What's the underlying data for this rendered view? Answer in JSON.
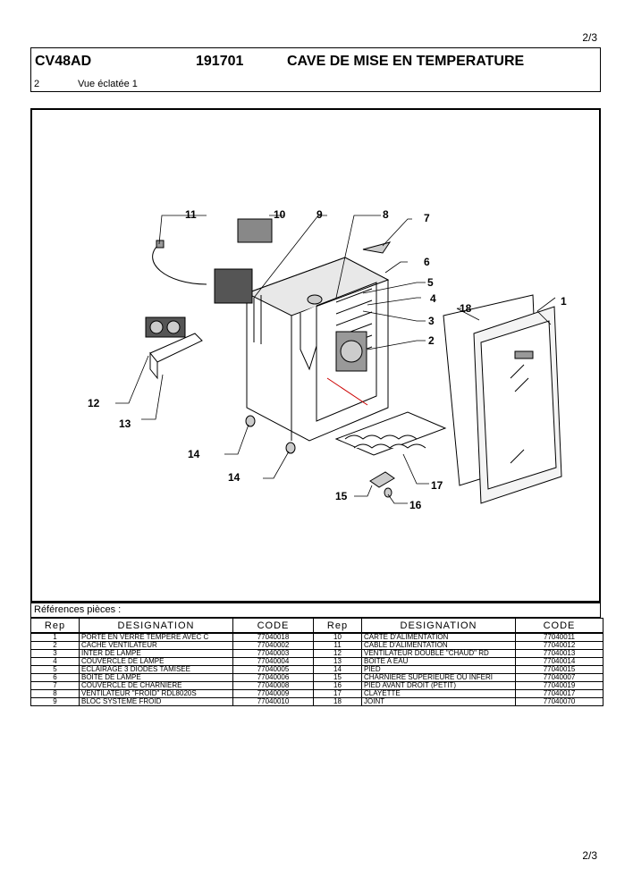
{
  "page_number": "2/3",
  "header": {
    "model": "CV48AD",
    "number": "191701",
    "title": "CAVE DE MISE EN TEMPERATURE",
    "sub_number": "2",
    "sub_title": "Vue éclatée 1"
  },
  "diagram": {
    "callouts": [
      "1",
      "2",
      "3",
      "4",
      "5",
      "6",
      "7",
      "8",
      "9",
      "10",
      "11",
      "12",
      "13",
      "14",
      "14",
      "15",
      "16",
      "17",
      "18"
    ]
  },
  "references": {
    "label": "Références pièces  :",
    "headers": [
      "Rep",
      "DESIGNATION",
      "CODE",
      "Rep",
      "DESIGNATION",
      "CODE"
    ],
    "rows": [
      [
        "1",
        "PORTE EN VERRE TEMPERE AVEC C",
        "77040018",
        "10",
        "CARTE D'ALIMENTATION",
        "77040011"
      ],
      [
        "2",
        "CACHE VENTILATEUR",
        "77040002",
        "11",
        "CABLE D'ALIMENTATION",
        "77040012"
      ],
      [
        "3",
        "INTER DE LAMPE",
        "77040003",
        "12",
        "VENTILATEUR DOUBLE \"CHAUD\" RD",
        "77040013"
      ],
      [
        "4",
        "COUVERCLE DE LAMPE",
        "77040004",
        "13",
        "BOITE A EAU",
        "77040014"
      ],
      [
        "5",
        "ECLAIRAGE 3 DIODES TAMISEE",
        "77040005",
        "14",
        "PIED",
        "77040015"
      ],
      [
        "6",
        "BOITE DE LAMPE",
        "77040006",
        "15",
        "CHARNIERE SUPERIEURE OU INFERI",
        "77040007"
      ],
      [
        "7",
        "COUVERCLE DE CHARNIERE",
        "77040008",
        "16",
        "PIED AVANT DROIT (PETIT)",
        "77040019"
      ],
      [
        "8",
        "VENTILATEUR \"FROID\" RDL8020S",
        "77040009",
        "17",
        "CLAYETTE",
        "77040017"
      ],
      [
        "9",
        "BLOC SYSTEME FROID",
        "77040010",
        "18",
        "JOINT",
        "77040070"
      ]
    ]
  }
}
